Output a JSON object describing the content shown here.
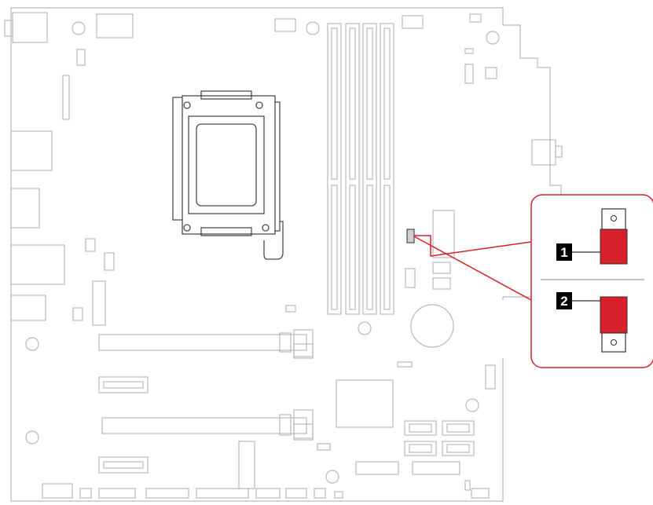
{
  "callouts": [
    {
      "number": "1",
      "state": "jumper-up"
    },
    {
      "number": "2",
      "state": "jumper-down"
    }
  ],
  "colors": {
    "outline": "#b9b9b9",
    "highlight": "#d8202a",
    "label_bg": "#000000",
    "dark_outline": "#4a4a4a"
  }
}
